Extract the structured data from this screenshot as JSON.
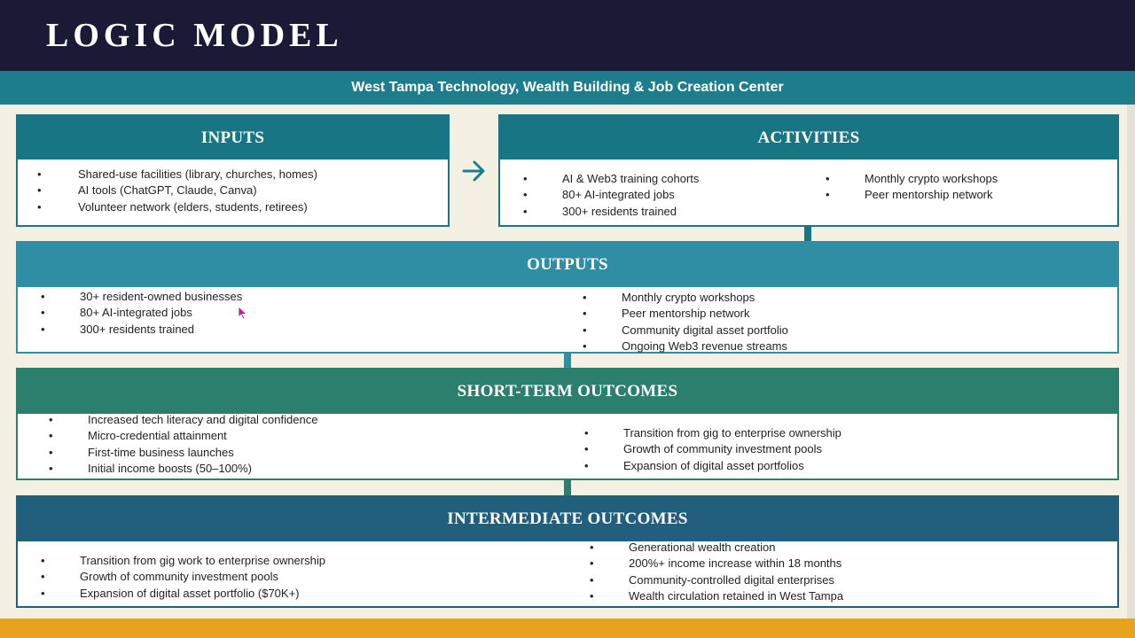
{
  "title": "LOGIC MODEL",
  "subtitle": "West Tampa Technology, Wealth Building & Job Creation Center",
  "colors": {
    "navy": "#1b1a36",
    "teal": "#1d7d8c",
    "header_dark_teal": "#187583",
    "header_light_teal": "#2f8ea3",
    "header_green": "#2b7f6c",
    "header_blue": "#215f7c",
    "accent_orange": "#e9a21e",
    "background": "#f5f0e4"
  },
  "inputs": {
    "title": "INPUTS",
    "items": [
      "Shared-use facilities (library, churches, homes)",
      "AI tools (ChatGPT, Claude, Canva)",
      "Volunteer network (elders, students, retirees)"
    ]
  },
  "flow_arrow_icon": "arrow-right-icon",
  "activities": {
    "title": "ACTIVITIES",
    "left_items": [
      "AI & Web3 training cohorts",
      "80+ AI-integrated jobs",
      "300+ residents trained"
    ],
    "right_items": [
      "Monthly crypto workshops",
      "Peer mentorship network"
    ]
  },
  "outputs": {
    "title": "OUTPUTS",
    "left_items": [
      "30+ resident-owned businesses",
      "80+ AI-integrated jobs",
      "300+ residents trained"
    ],
    "right_items": [
      "Monthly crypto workshops",
      "Peer mentorship network",
      "Community digital asset portfolio",
      "Ongoing Web3 revenue streams"
    ]
  },
  "short_term": {
    "title": "SHORT-TERM OUTCOMES",
    "left_items": [
      "Increased tech literacy and digital confidence",
      "Micro-credential attainment",
      "First-time business launches",
      "Initial income boosts (50–100%)"
    ],
    "right_items": [
      "Transition from gig to enterprise ownership",
      "Growth of community investment pools",
      "Expansion of digital asset portfolios"
    ]
  },
  "intermediate": {
    "title": "INTERMEDIATE OUTCOMES",
    "left_items": [
      "Transition from gig work to enterprise ownership",
      "Growth of community investment pools",
      "Expansion of digital asset portfolio ($70K+)"
    ],
    "right_items": [
      "Generational wealth creation",
      "200%+ income increase within 18 months",
      "Community-controlled digital enterprises",
      "Wealth circulation retained in West Tampa"
    ]
  }
}
